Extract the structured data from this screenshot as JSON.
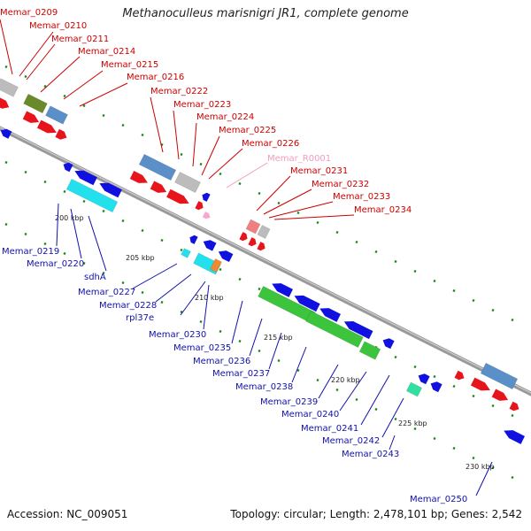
{
  "title": "Methanoculleus marisnigri JR1, complete genome",
  "accession": "Accession: NC_009051",
  "topology": "Topology: circular; Length: 2,478,101 bp; Genes: 2,542",
  "colors": {
    "backbone": "#8a8a8a",
    "tick": "#1a8a1a",
    "cds_forward": "#e8141c",
    "cds_reverse": "#1010e0",
    "label_forward": "#cc0000",
    "label_reverse": "#1010aa",
    "label_rna": "#f29bbf",
    "cog_blue": "#5b8fc7",
    "cog_gray": "#bcbcbc",
    "cog_olive": "#6a8a2a",
    "cog_cyan": "#22e0ec",
    "cog_green": "#3dc43d",
    "cog_teal": "#30e0a0",
    "cog_salmon": "#f08080",
    "cog_orange": "#f08a30",
    "rna_pink": "#f7a6cf"
  },
  "kbp_labels": [
    "200 kbp",
    "205 kbp",
    "210 kbp",
    "215 kbp",
    "220 kbp",
    "225 kbp",
    "230 kbp"
  ],
  "forward_labels": [
    "Memar_0209",
    "Memar_0210",
    "Memar_0211",
    "Memar_0214",
    "Memar_0215",
    "Memar_0216",
    "Memar_0222",
    "Memar_0223",
    "Memar_0224",
    "Memar_0225",
    "Memar_0226",
    "Memar_R0001",
    "Memar_0231",
    "Memar_0232",
    "Memar_0233",
    "Memar_0234"
  ],
  "reverse_labels": [
    "Memar_0219",
    "Memar_0220",
    "sdhA",
    "Memar_0227",
    "Memar_0228",
    "rpl37e",
    "Memar_0230",
    "Memar_0235",
    "Memar_0236",
    "Memar_0237",
    "Memar_0238",
    "Memar_0239",
    "Memar_0240",
    "Memar_0241",
    "Memar_0242",
    "Memar_0243",
    "Memar_0250"
  ]
}
